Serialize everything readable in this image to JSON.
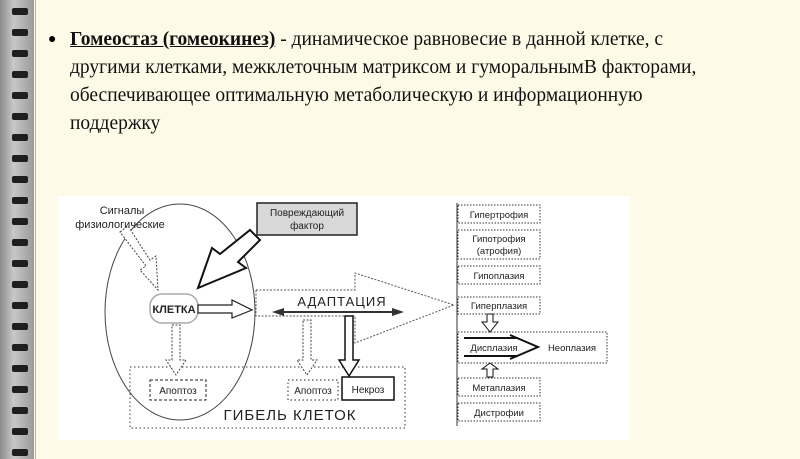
{
  "slide": {
    "term": "Гомеостаз (гомеокинез)",
    "definition": " - динамическое равновесие в данной клетке, с другими клетками, межклеточным матриксом и гуморальнымВ факторами, обеспечивающее оптимальную метаболическую и информационную поддержку"
  },
  "diagram": {
    "signals_line1": "Сигналы",
    "signals_line2": "физиологические",
    "damage_line1": "Повреждающий",
    "damage_line2": "фактор",
    "cell": "КЛЕТКА",
    "adaptation": "АДАПТАЦИЯ",
    "apoptosis1": "Апоптоз",
    "apoptosis2": "Апоптоз",
    "necrosis": "Некроз",
    "cell_death": "ГИБЕЛЬ КЛЕТОК",
    "hypertrophy": "Гипертрофия",
    "hypotrophy_line1": "Гипотрофия",
    "hypotrophy_line2": "(атрофия)",
    "hypoplasia": "Гипоплазия",
    "hyperplasia": "Гиперплазия",
    "dysplasia": "Дисплазия",
    "neoplasia": "Неоплазия",
    "metaplasia": "Метаплазия",
    "dystrophy": "Дистрофии"
  }
}
